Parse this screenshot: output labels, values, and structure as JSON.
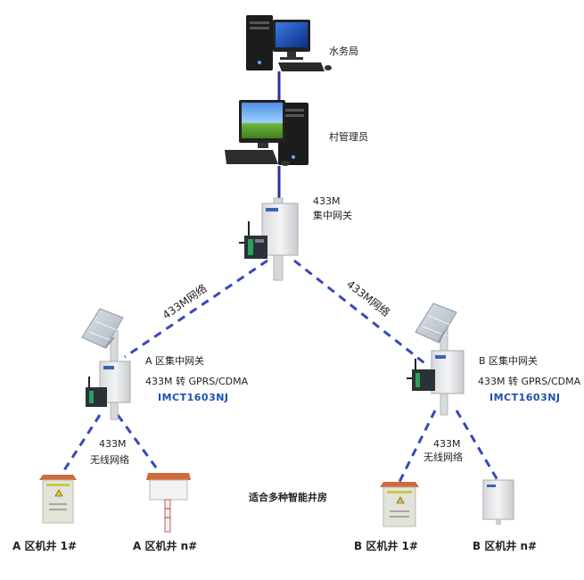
{
  "nodes": {
    "water_bureau": "水务局",
    "village_admin": "村管理员",
    "gateway_title_1": "433M",
    "gateway_title_2": "集中网关",
    "zone_a": {
      "title": "A 区集中网关",
      "convert": "433M 转 GPRS/CDMA",
      "model": "IMCT1603NJ",
      "wireless_1": "433M",
      "wireless_2": "无线网络",
      "well_1": "A 区机井 1#",
      "well_n": "A 区机井 n#"
    },
    "zone_b": {
      "title": "B 区集中网关",
      "convert": "433M 转 GPRS/CDMA",
      "model": "IMCT1603NJ",
      "wireless_1": "433M",
      "wireless_2": "无线网络",
      "well_1": "B 区机井 1#",
      "well_n": "B 区机井 n#"
    },
    "caption": "适合多种智能井房"
  },
  "links": {
    "left_net": "433M网络",
    "right_net": "433M网络"
  },
  "colors": {
    "link_solid": "#2b2fa0",
    "link_dashed": "#3848b8",
    "cabinet": "#e9eaec",
    "cabinet_roof": "#cf6a3a"
  }
}
